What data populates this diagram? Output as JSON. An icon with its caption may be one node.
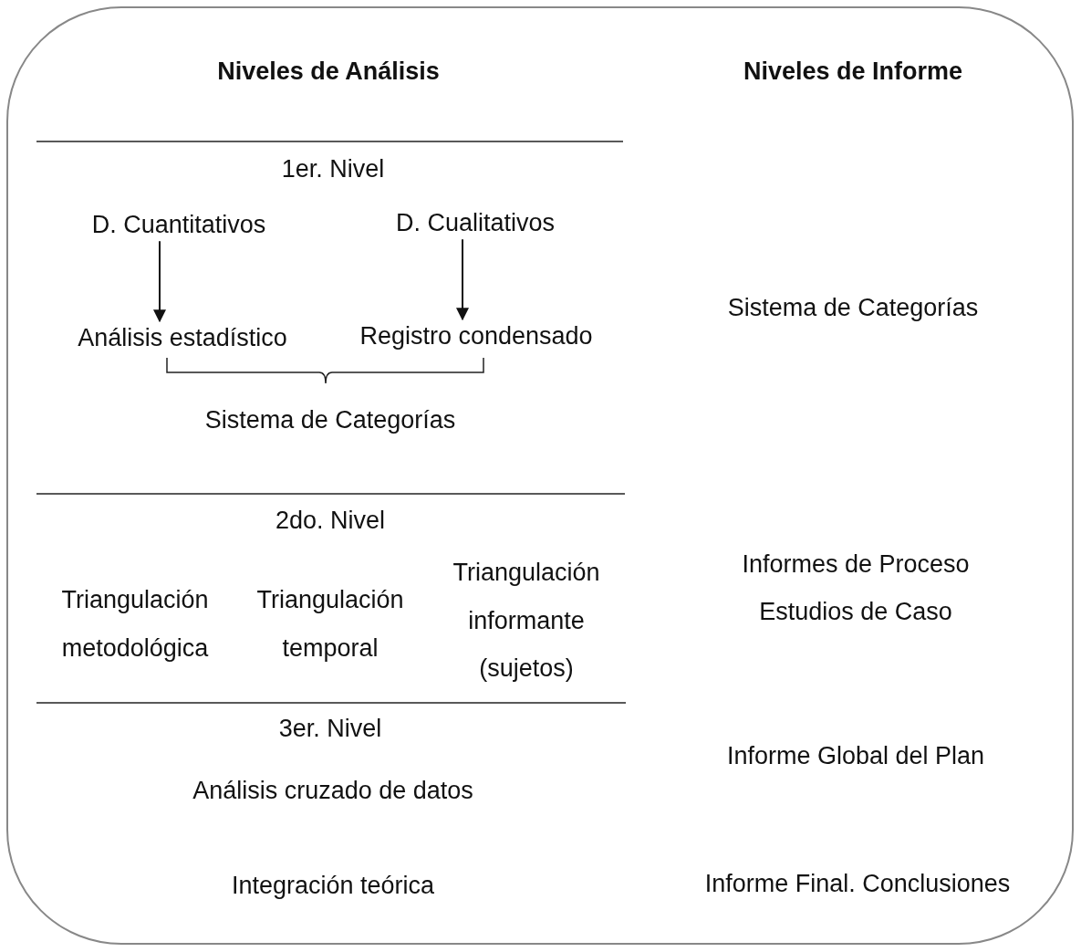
{
  "diagram": {
    "nodes": [
      {
        "text": [
          "D. Cuantitativos"
        ]
      },
      {
        "text": [
          "D. Cualitativos"
        ]
      },
      {
        "text": [
          "Análisis estadístico"
        ]
      },
      {
        "text": [
          "Registro condensado"
        ]
      }
    ],
    "edges": [
      {
        "from": 0,
        "to": 2,
        "arrow": "to"
      },
      {
        "from": 1,
        "to": 3,
        "arrow": "to"
      }
    ],
    "labels": [
      "Niveles de Análisis",
      "Niveles de Informe",
      "1er. Nivel",
      "Sistema de Categorías",
      "Sistema de Categorías",
      "2do. Nivel",
      "Informes de Proceso",
      "Triangulación informante (sujetos)",
      "Triangulación metodológica",
      "Triangulación temporal",
      "Estudios de Caso",
      "3er. Nivel",
      "Informe Global del Plan",
      "Análisis cruzado de datos",
      "Integración teórica",
      "Informe Final. Conclusiones"
    ]
  }
}
